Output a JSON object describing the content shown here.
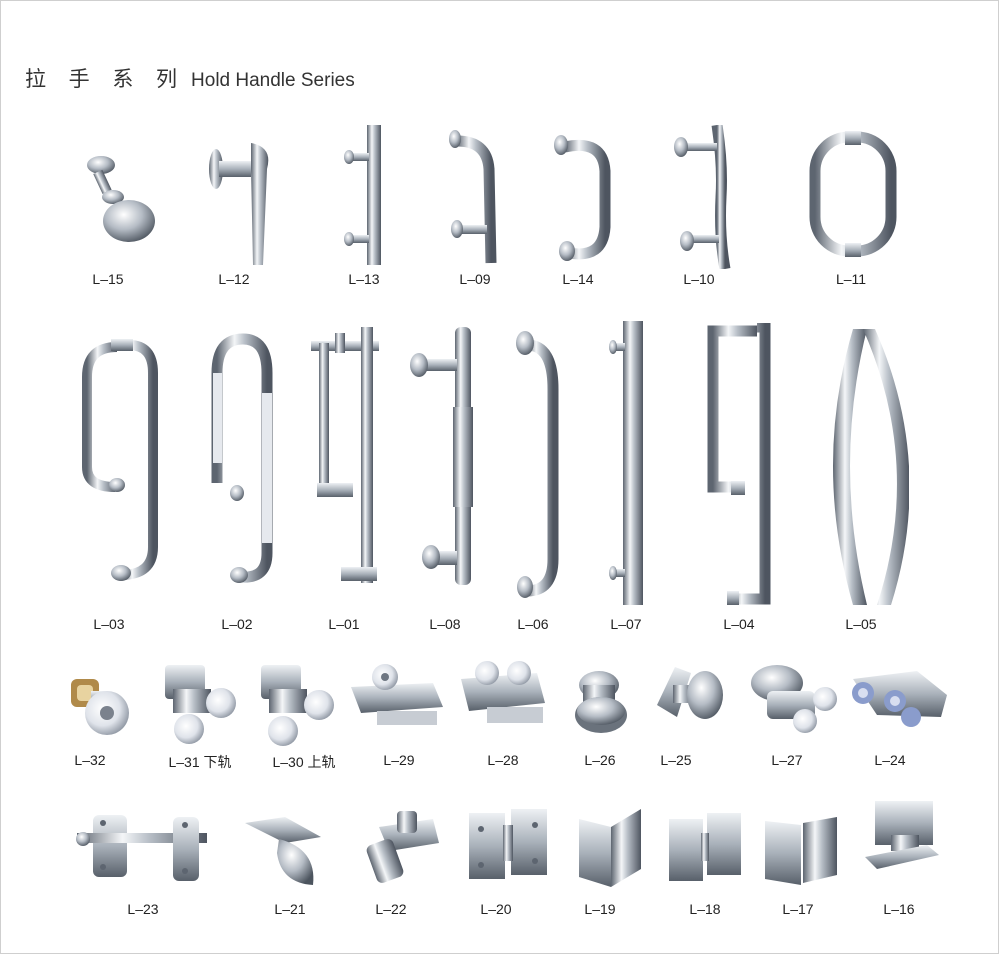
{
  "header": {
    "title_cn": "拉 手 系 列",
    "title_en": "Hold Handle Series"
  },
  "colors": {
    "chrome_light": "#f4f6f8",
    "chrome_mid": "#b9c0c8",
    "chrome_dark": "#5d6570",
    "roller_blue": "#8a9ccc",
    "brass": "#b08a4a"
  },
  "rows": [
    {
      "name": "row-1",
      "items": [
        "L–15",
        "L–12",
        "L–13",
        "L–09",
        "L–14",
        "L–10",
        "L–11"
      ]
    },
    {
      "name": "row-2",
      "items": [
        "L–03",
        "L–02",
        "L–01",
        "L–08",
        "L–06",
        "L–07",
        "L–04",
        "L–05"
      ]
    },
    {
      "name": "row-3",
      "items": [
        "L–32",
        "L–31 下轨",
        "L–30 上轨",
        "L–29",
        "L–28",
        "L–26",
        "L–25",
        "L–27",
        "L–24"
      ]
    },
    {
      "name": "row-4",
      "items": [
        "L–23",
        "L–21",
        "L–22",
        "L–20",
        "L–19",
        "L–18",
        "L–17",
        "L–16"
      ]
    }
  ]
}
